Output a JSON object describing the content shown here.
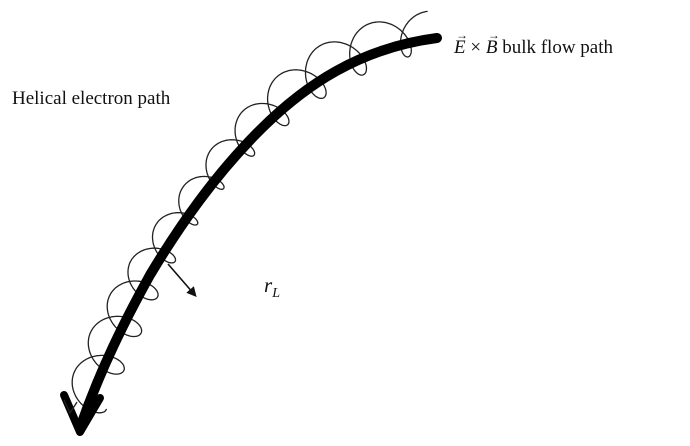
{
  "labels": {
    "helical_path": "Helical electron path",
    "bulk_flow": "bulk flow path",
    "bulk_E": "E",
    "bulk_times": "×",
    "bulk_B": "B",
    "larmor_r": "r",
    "larmor_sub": "L"
  },
  "colors": {
    "ink": "#111111",
    "background": "#ffffff"
  }
}
